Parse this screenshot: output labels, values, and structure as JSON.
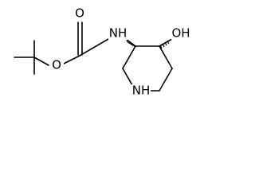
{
  "structure": {
    "atom_labels": {
      "carbonyl_oxygen": "O",
      "ester_oxygen": "O",
      "amide_nitrogen": "NH",
      "hydroxyl": "OH",
      "ring_nitrogen": "NH"
    },
    "colors": {
      "bond": "#000000",
      "text": "#000000",
      "background": "#ffffff"
    }
  }
}
